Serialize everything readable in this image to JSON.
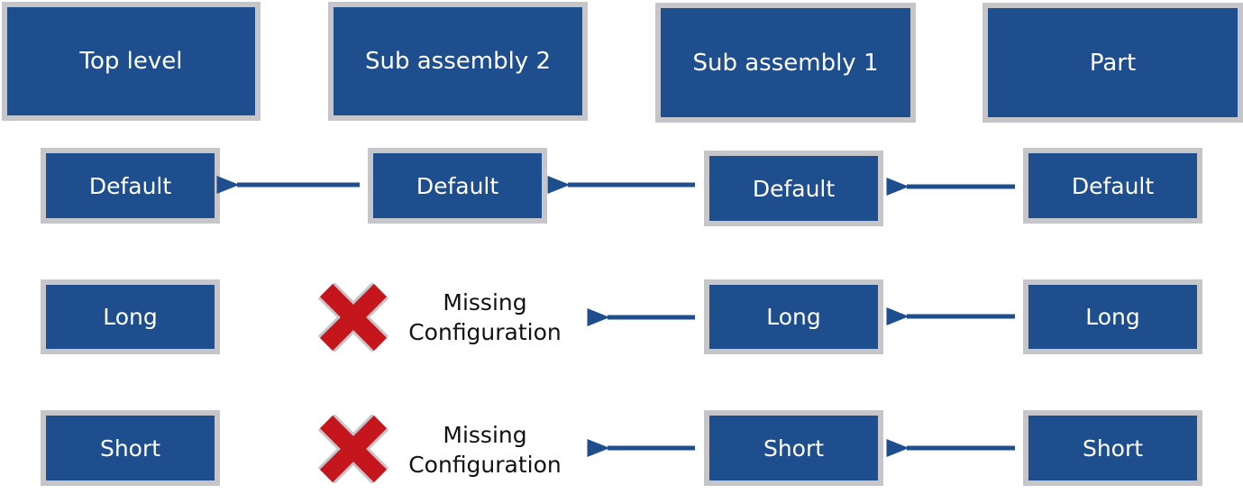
{
  "headers": [
    {
      "label": "Top level"
    },
    {
      "label": "Sub assembly 2"
    },
    {
      "label": "Sub assembly 1"
    },
    {
      "label": "Part"
    }
  ],
  "rows": [
    {
      "top_level": "Default",
      "sub_assembly_2": "Default",
      "sub_assembly_1": "Default",
      "part": "Default"
    },
    {
      "top_level": "Long",
      "sub_assembly_2_missing": [
        "Missing",
        "Configuration"
      ],
      "sub_assembly_1": "Long",
      "part": "Long"
    },
    {
      "top_level": "Short",
      "sub_assembly_2_missing": [
        "Missing",
        "Configuration"
      ],
      "sub_assembly_1": "Short",
      "part": "Short"
    }
  ],
  "colors": {
    "box_fill": "#1f4e8f",
    "box_border": "#c6c6ca",
    "box_text": "#ffffff",
    "arrow": "#1f4e8f",
    "missing_x": "#c4161c",
    "missing_x_outline": "#c6c6ca"
  },
  "icons": {
    "missing": "red-x-icon",
    "link": "arrow-left-icon"
  }
}
